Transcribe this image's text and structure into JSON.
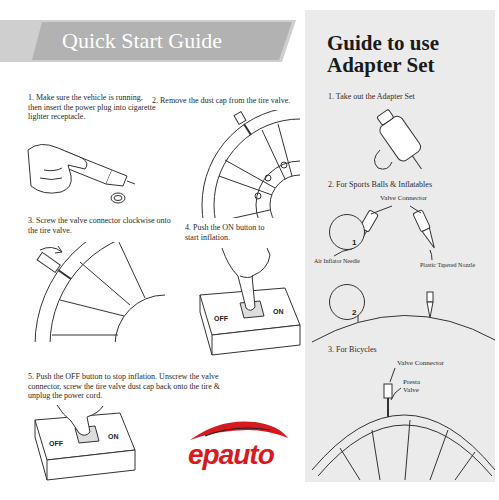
{
  "diagram": {
    "nodes": [
      {
        "text": [
          "Quick Start Guide"
        ]
      },
      {
        "text": [
          "Guide to use Adapter Set"
        ]
      },
      {
        "text": [
          "1"
        ],
        "in": 1
      },
      {
        "text": [
          "2"
        ],
        "in": 1
      }
    ],
    "labels": [
      "1. Make sure the vehicle is running, then insert the power plug into cigarette lighter receptacle.",
      "2. Remove the dust cap from the tire valve.",
      "3. Screw the valve connector clockwise onto the tire valve.",
      "4. Push the ON button to start inflation.",
      "OFF",
      "ON",
      "5. Push the OFF button to stop inflation. Unscrew the valve connector, screw the tire valve dust cap back onto the tire & unplug the power cord.",
      "OFF",
      "ON",
      "epauto",
      "1. Take out the Adapter Set",
      "2. For Sports Balls & Inflatables",
      "Valve Connector",
      "Air Inflator Needle",
      "Plastic Tapered Nozzle",
      "3. For Bicycles",
      "Valve Connector",
      "Presta Valve"
    ]
  }
}
